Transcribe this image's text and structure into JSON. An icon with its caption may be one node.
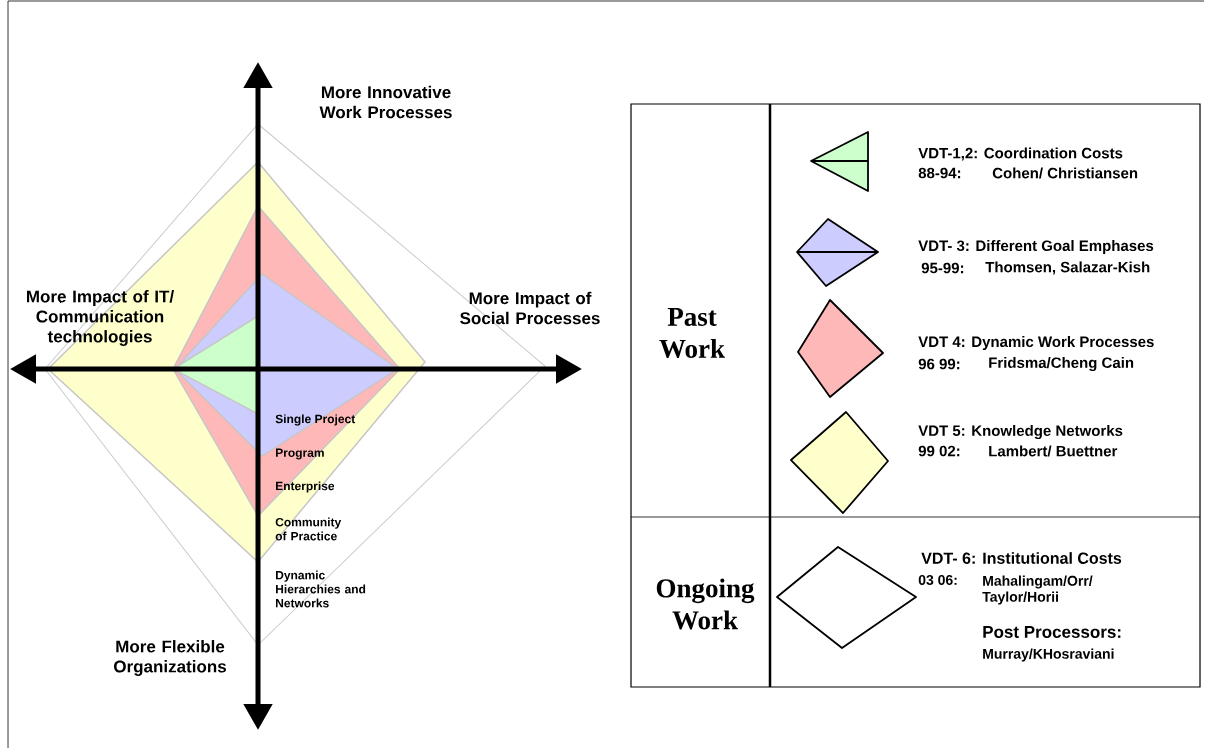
{
  "diagram": {
    "labels": [
      "More Innovative Work Processes",
      "More Impact of IT/ Communication technologies",
      "More Impact of Social Processes",
      "Single Project",
      "Program",
      "Enterprise",
      "Community of Practice",
      "Dynamic Hierarchies and Networks",
      "More Flexible Organizations",
      "Past Work",
      "88-94:",
      "Cohen/ Christiansen",
      "95-99:",
      "Thomsen, Salazar-Kish",
      "96 99:",
      "Fridsma/Cheng Cain",
      "99 02:",
      "Lambert/ Buettner",
      "Ongoing Work",
      "03 06:",
      "Mahalingam/Orr/ Taylor/Horii",
      "Post Processors:",
      "Murray/KHosraviani"
    ],
    "legend": [
      {
        "text": "VDT-1,2: Coordination Costs",
        "color": "#ccffcc"
      },
      {
        "text": "VDT- 3: Different Goal Emphases",
        "color": "#ccccff"
      },
      {
        "text": "VDT 4: Dynamic Work Processes",
        "color": "#ffb8b8"
      },
      {
        "text": "VDT 5: Knowledge Networks",
        "color": "#ffffcc"
      },
      {
        "text": "VDT- 6: Institutional Costs"
      }
    ]
  }
}
